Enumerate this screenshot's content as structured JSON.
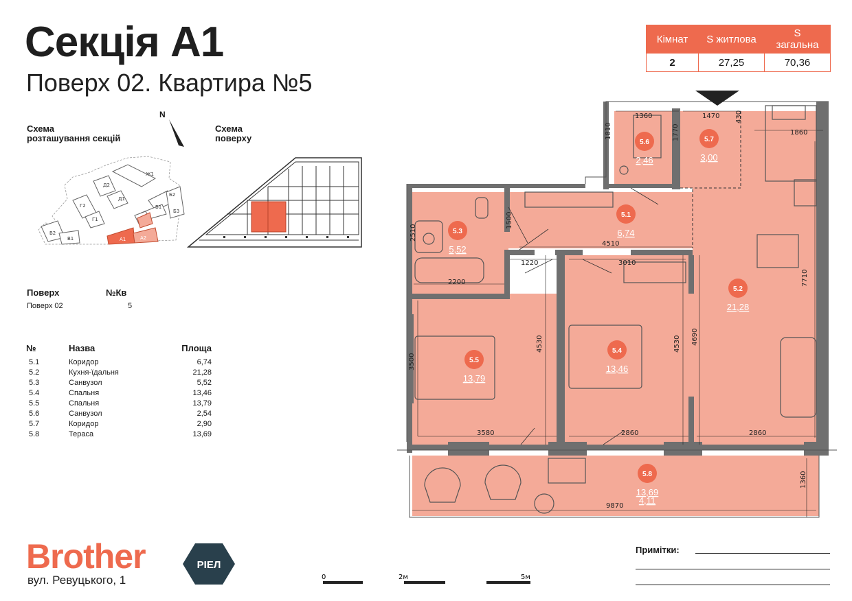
{
  "header": {
    "title": "Секція А1",
    "subtitle": "Поверх 02. Квартира №5"
  },
  "summary": {
    "headers": [
      "Кімнат",
      "S житлова",
      "S загальна"
    ],
    "values": [
      "2",
      "27,25",
      "70,36"
    ]
  },
  "site_scheme": {
    "caption_line1": "Схема",
    "caption_line2": "розташування секцій",
    "north": "N",
    "sections": [
      "Ж1",
      "Д2",
      "Д1",
      "Г2",
      "Г1",
      "В2",
      "В1",
      "Б2",
      "Б1",
      "Б3",
      "А1",
      "А2"
    ]
  },
  "floor_scheme": {
    "caption_line1": "Схема",
    "caption_line2": "поверху"
  },
  "info": {
    "floor_label": "Поверх",
    "apt_label": "№Кв",
    "floor_value": "Поверх 02",
    "apt_value": "5"
  },
  "rooms_table": {
    "headers": [
      "№",
      "Назва",
      "Площа"
    ],
    "rows": [
      {
        "no": "5.1",
        "name": "Коридор",
        "area": "6,74"
      },
      {
        "no": "5.2",
        "name": "Кухня-їдальня",
        "area": "21,28"
      },
      {
        "no": "5.3",
        "name": "Санвузол",
        "area": "5,52"
      },
      {
        "no": "5.4",
        "name": "Спальня",
        "area": "13,46"
      },
      {
        "no": "5.5",
        "name": "Спальня",
        "area": "13,79"
      },
      {
        "no": "5.6",
        "name": "Санвузол",
        "area": "2,54"
      },
      {
        "no": "5.7",
        "name": "Коридор",
        "area": "2,90"
      },
      {
        "no": "5.8",
        "name": "Тераса",
        "area": "13,69"
      }
    ]
  },
  "plan": {
    "rooms": [
      {
        "id": "5.1",
        "area": "6,74"
      },
      {
        "id": "5.2",
        "area": "21,28"
      },
      {
        "id": "5.3",
        "area": "5,52"
      },
      {
        "id": "5.4",
        "area": "13,46"
      },
      {
        "id": "5.5",
        "area": "13,79"
      },
      {
        "id": "5.6",
        "area": "2,46"
      },
      {
        "id": "5.7",
        "area": "3,00"
      },
      {
        "id": "5.8",
        "area": "13,69",
        "area2": "4,11"
      }
    ],
    "dimensions": [
      "1360",
      "1470",
      "430",
      "1860",
      "1810",
      "1770",
      "2510",
      "1500",
      "4510",
      "1220",
      "3010",
      "2200",
      "7710",
      "3500",
      "4530",
      "4530",
      "4690",
      "3580",
      "2860",
      "2860",
      "9870",
      "1360"
    ]
  },
  "footer": {
    "brand": "Brother",
    "brand_badge": "РІЕЛ",
    "address": "вул. Ревуцького, 1",
    "notes_label": "Примітки:",
    "scale_labels": [
      "0",
      "2м",
      "5м"
    ]
  },
  "colors": {
    "accent": "#ee6a4e",
    "room_fill": "#f4aa98",
    "wall": "#6f6f6f",
    "dark": "#29404c"
  }
}
